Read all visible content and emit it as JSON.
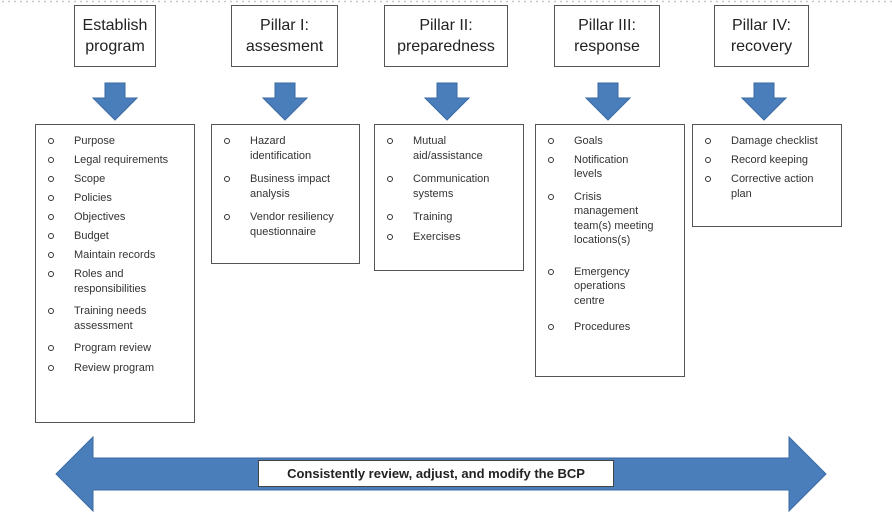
{
  "diagram": {
    "columns": [
      {
        "title": "Establish\nprogram",
        "items": [
          "Purpose",
          "Legal requirements",
          "Scope",
          "Policies",
          "Objectives",
          "Budget",
          "Maintain records",
          "Roles and\nresponsibilities",
          "Training needs\nassessment",
          "Program review",
          "Review program"
        ]
      },
      {
        "title": "Pillar I:\nassesment",
        "items": [
          "Hazard\nidentification",
          "Business impact\nanalysis",
          "Vendor resiliency\nquestionnaire"
        ]
      },
      {
        "title": "Pillar II:\npreparedness",
        "items": [
          "Mutual\naid/assistance",
          "Communication\nsystems",
          "Training",
          "Exercises"
        ]
      },
      {
        "title": "Pillar III:\nresponse",
        "items": [
          "Goals",
          "Notification\nlevels",
          "Crisis\nmanagement\nteam(s) meeting\nlocations(s)",
          "Emergency\noperations\ncentre",
          "Procedures"
        ]
      },
      {
        "title": "Pillar IV:\nrecovery",
        "items": [
          "Damage checklist",
          "Record keeping",
          "Corrective action\nplan"
        ]
      }
    ],
    "bottom_label": "Consistently review, adjust, and modify the BCP",
    "colors": {
      "arrow_fill": "#4a7ebb",
      "arrow_stroke": "#3a6aa5",
      "border": "#555555"
    }
  }
}
